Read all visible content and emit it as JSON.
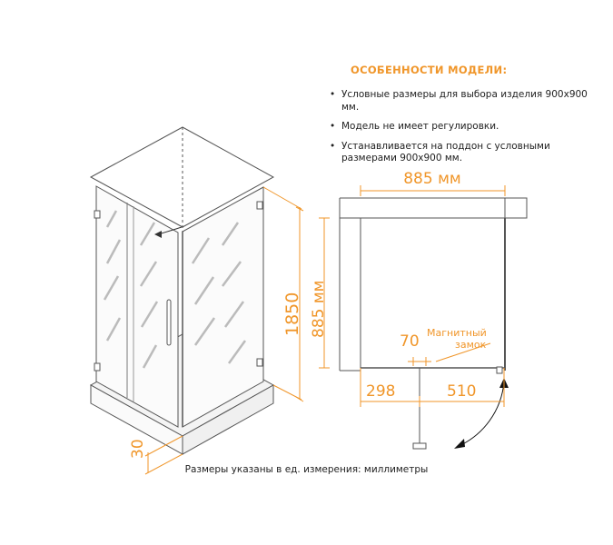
{
  "features": {
    "title": "ОСОБЕННОСТИ МОДЕЛИ:",
    "items": [
      "Условные размеры для выбора изделия 900х900 мм.",
      "Модель не имеет регулировки.",
      "Устанавливается на поддон с условными размерами 900х900 мм."
    ]
  },
  "dimensions": {
    "top_width": "885 мм",
    "side_depth": "885 мм",
    "height": "1850",
    "tray_height": "30",
    "gap": "70",
    "left_part": "298",
    "right_part": "510",
    "magnet_label_1": "Магнитный",
    "magnet_label_2": "замок"
  },
  "footer": "Размеры указаны в ед. измерения: миллиметры",
  "colors": {
    "accent": "#f0962a",
    "line": "#555555"
  }
}
